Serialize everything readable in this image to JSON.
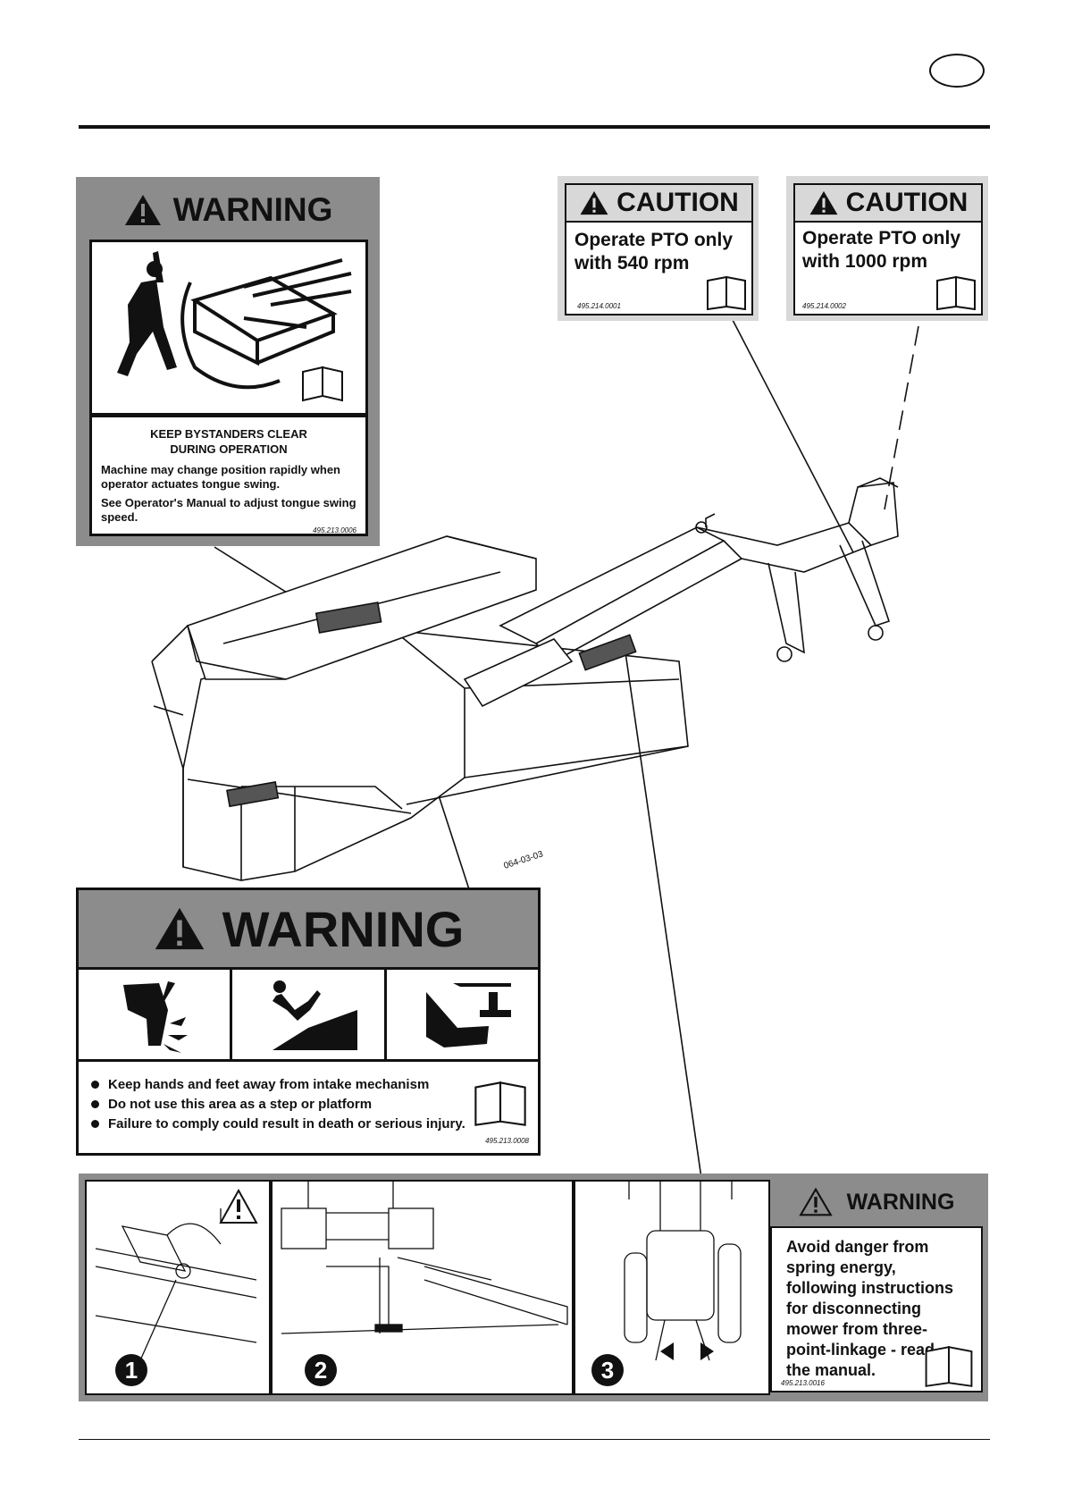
{
  "warning_tongue": {
    "title": "WARNING",
    "heading_line1": "KEEP BYSTANDERS CLEAR",
    "heading_line2": "DURING OPERATION",
    "para1": "Machine may change position rapidly when operator actuates tongue swing.",
    "para2": "See Operator's Manual to adjust tongue swing speed.",
    "code": "495.213.0006"
  },
  "caution_540": {
    "title": "CAUTION",
    "line1": "Operate PTO only",
    "line2": "with 540 rpm",
    "code": "495.214.0001"
  },
  "caution_1000": {
    "title": "CAUTION",
    "line1": "Operate PTO only",
    "line2": "with 1000 rpm",
    "code": "495.214.0002"
  },
  "figure_code": "064-03-03",
  "warning_intake": {
    "title": "WARNING",
    "bullets": [
      "Keep hands and feet away from intake mechanism",
      "Do not use this area as a step or platform",
      "Failure to comply could result in death or serious injury."
    ],
    "code": "495.213.0008"
  },
  "warning_spring": {
    "title": "WARNING",
    "lines": [
      "Avoid danger from",
      "spring energy,",
      "following instructions",
      "for disconnecting",
      "mower from three-",
      "point-linkage - read",
      "the manual."
    ],
    "code": "495.213.0016",
    "steps": [
      "1",
      "2",
      "3"
    ]
  },
  "icons": [
    "warning-triangle-icon",
    "manual-book-icon",
    "bystander-icon",
    "hand-entanglement-icon",
    "fall-icon",
    "crush-hand-icon"
  ]
}
